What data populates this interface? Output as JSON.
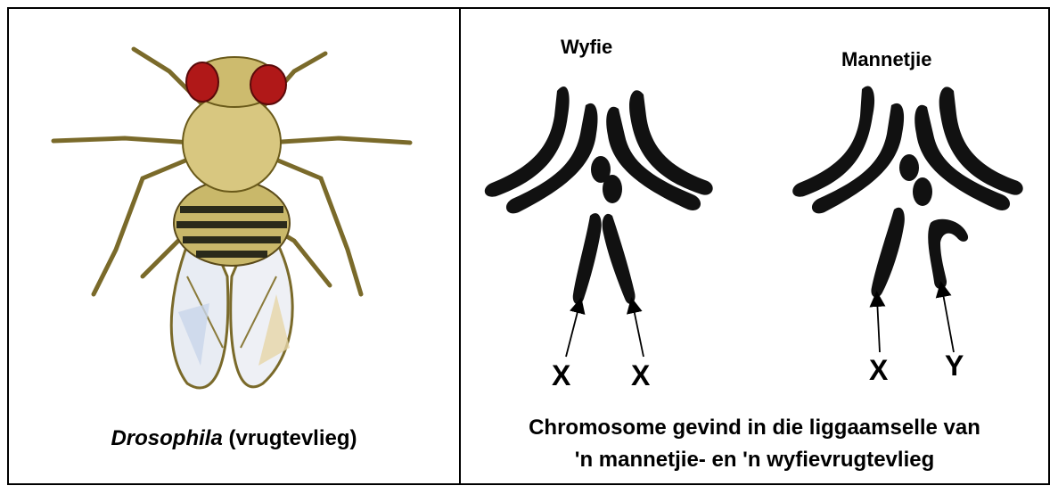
{
  "left_panel": {
    "image_icon": "fruit-fly-illustration",
    "caption_italic": "Drosophila",
    "caption_rest": " (vrugtevlieg)"
  },
  "right_panel": {
    "female_title": "Wyfie",
    "male_title": "Mannetjie",
    "female_labels": [
      "X",
      "X"
    ],
    "male_labels": [
      "X",
      "Y"
    ],
    "caption_line1": "Chromosome gevind in die liggaamselle van",
    "caption_line2": "'n mannetjie- en 'n wyfievrugtevlieg"
  },
  "colors": {
    "chromosome": "#111111",
    "fly_body": "#c9b86a",
    "fly_eye": "#b01818",
    "fly_stripes": "#2a2a1a"
  }
}
